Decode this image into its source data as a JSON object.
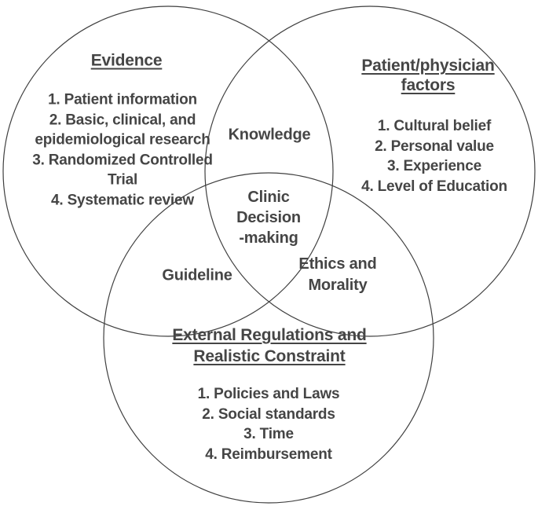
{
  "colors": {
    "background": "#ffffff",
    "text": "#454545",
    "circle_stroke": "#3f3f3f"
  },
  "venn": {
    "center": {
      "lines": [
        "Clinic",
        "Decision",
        "-making"
      ]
    },
    "evidence": {
      "title": "Evidence",
      "lines": [
        "1. Patient information",
        "2. Basic, clinical, and",
        "epidemiological research",
        "3. Randomized Controlled",
        "Trial",
        "4. Systematic review"
      ]
    },
    "patient_physician": {
      "title_lines": [
        "Patient/physician",
        "factors"
      ],
      "lines": [
        "1. Cultural belief",
        "2. Personal value",
        "3. Experience",
        "4. Level of Education"
      ]
    },
    "external": {
      "title_lines": [
        "External Regulations and",
        "Realistic Constraint"
      ],
      "lines": [
        "1. Policies and Laws",
        "2. Social standards",
        "3. Time",
        "4. Reimbursement"
      ]
    },
    "overlaps": {
      "knowledge": "Knowledge",
      "guideline": "Guideline",
      "ethics": {
        "lines": [
          "Ethics and",
          "Morality"
        ]
      }
    }
  }
}
